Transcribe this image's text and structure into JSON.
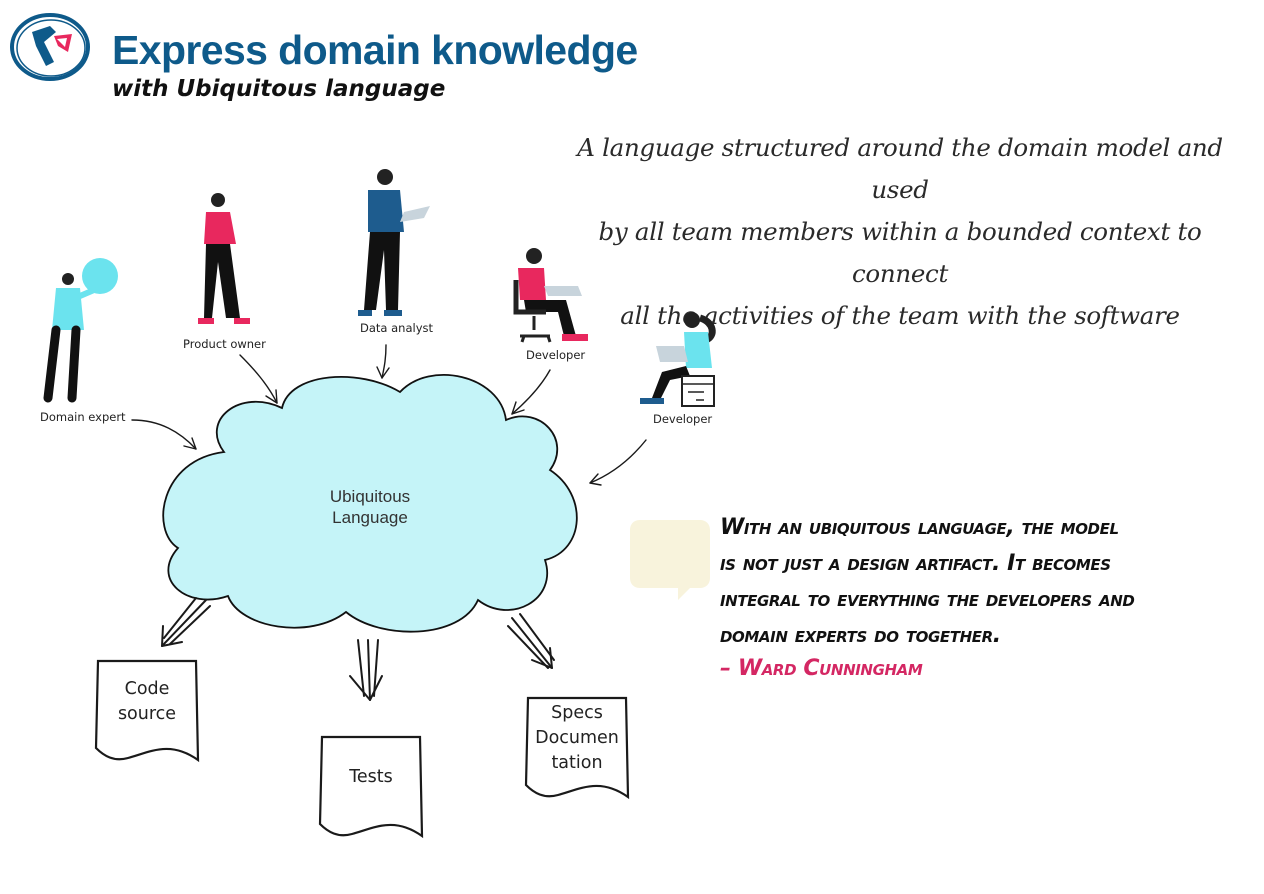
{
  "header": {
    "title": "Express domain knowledge",
    "subtitle": "with Ubiquitous language"
  },
  "definition": {
    "lines": [
      "A language structured around the domain model and used",
      "by all team members within a bounded context to connect",
      "all the activities of the team with the software"
    ]
  },
  "diagram": {
    "center_label_lines": [
      "Ubiquitous",
      "Language"
    ],
    "roles": [
      {
        "label": "Domain expert"
      },
      {
        "label": "Product owner"
      },
      {
        "label": "Data analyst"
      },
      {
        "label": "Developer"
      },
      {
        "label": "Developer"
      }
    ],
    "outputs": [
      {
        "lines": [
          "Code",
          "source"
        ]
      },
      {
        "lines": [
          "Tests"
        ]
      },
      {
        "lines": [
          "Specs",
          "Documen",
          "tation"
        ]
      }
    ]
  },
  "quote": {
    "lines": [
      "With an ubiquitous language, the model",
      "is not just a design artifact. It becomes",
      "integral to everything the developers and",
      "domain experts do together."
    ],
    "author": "– Ward Cunningham"
  },
  "colors": {
    "brand_blue": "#0e5a8a",
    "cloud_fill": "#c5f4f8",
    "accent_pink": "#e8285e",
    "cyan_accent": "#6be3ee",
    "quote_bubble": "#f8f3dc"
  }
}
